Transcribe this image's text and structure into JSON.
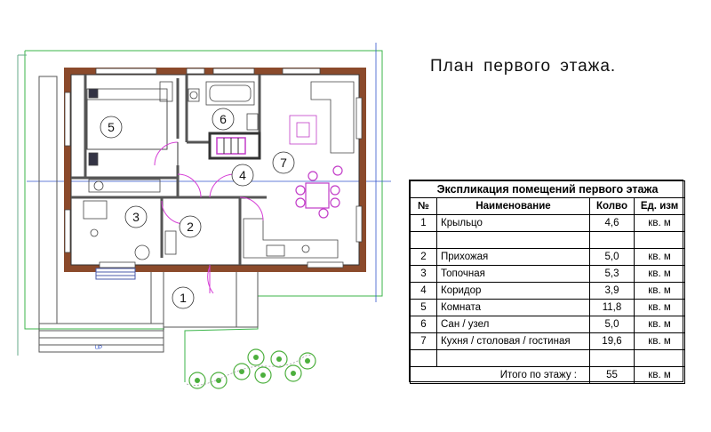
{
  "plan": {
    "room_numbers": [
      "1",
      "2",
      "3",
      "4",
      "5",
      "6",
      "7"
    ],
    "stair_label": "UP"
  },
  "title": "План  первого  этажа.",
  "explication": {
    "caption": "Экспликация помещений первого этажа",
    "headers": {
      "num": "№",
      "name": "Наименование",
      "qty": "Колво",
      "unit": "Ед. изм"
    },
    "rows": [
      {
        "num": "1",
        "name": "Крыльцо",
        "qty": "4,6",
        "unit": "кв. м"
      },
      {
        "num": "",
        "name": "",
        "qty": "",
        "unit": ""
      },
      {
        "num": "2",
        "name": "Прихожая",
        "qty": "5,0",
        "unit": "кв. м"
      },
      {
        "num": "3",
        "name": "Топочная",
        "qty": "5,3",
        "unit": "кв. м"
      },
      {
        "num": "4",
        "name": "Коридор",
        "qty": "3,9",
        "unit": "кв. м"
      },
      {
        "num": "5",
        "name": "Комната",
        "qty": "11,8",
        "unit": "кв. м"
      },
      {
        "num": "6",
        "name": "Сан / узел",
        "qty": "5,0",
        "unit": "кв. м"
      },
      {
        "num": "7",
        "name": "Кухня / столовая / гостиная",
        "qty": "19,6",
        "unit": "кв. м"
      },
      {
        "num": "",
        "name": "",
        "qty": "",
        "unit": ""
      }
    ],
    "total": {
      "label": "Итого по этажу  :",
      "qty": "55",
      "unit": "кв. м"
    }
  },
  "colors": {
    "wall": "#8b4a2b",
    "wall_inner": "#555555",
    "site_line": "#3bb54a",
    "door": "#d63fd6",
    "furniture_pink": "#c23cc8",
    "axis_blue": "#3355cc",
    "window_blue": "#4a5aa8",
    "tree_green": "#4caf3d"
  }
}
